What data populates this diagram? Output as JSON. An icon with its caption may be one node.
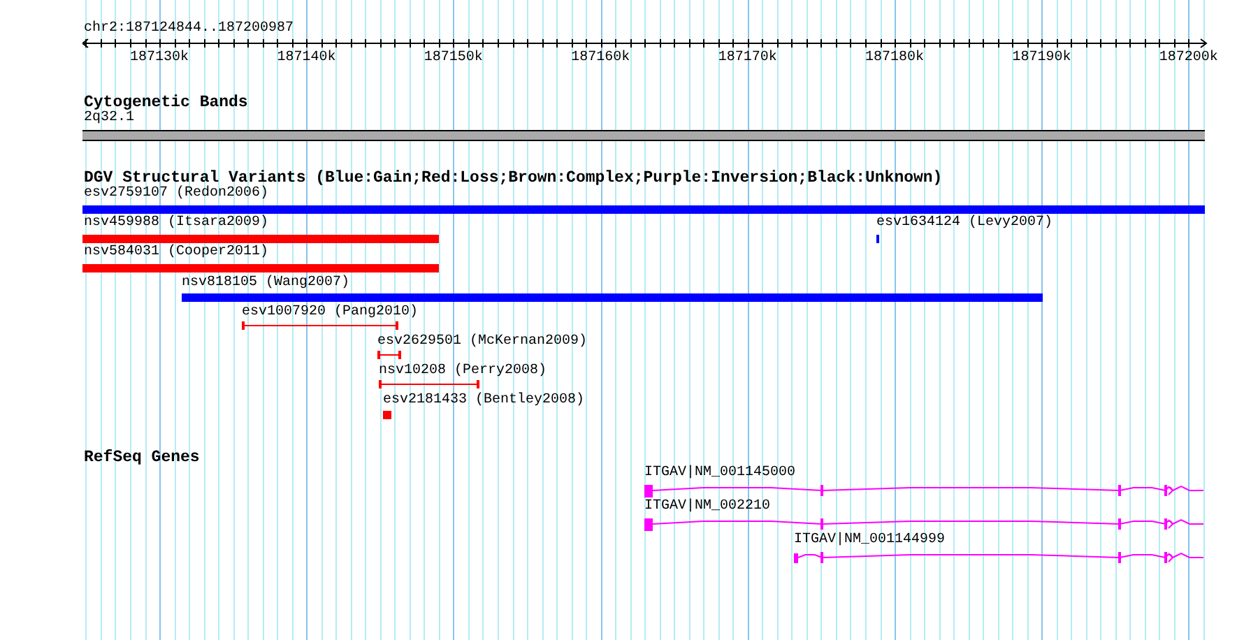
{
  "diagram": {
    "nodes": [
      {
        "text": [
          "2q32.1"
        ]
      },
      {
        "text": [
          "esv2759107 (Redon2006)"
        ]
      },
      {
        "text": [
          "nsv459988 (Itsara2009)"
        ]
      },
      {
        "text": [
          "esv1634124 (Levy2007)"
        ]
      },
      {
        "text": [
          "nsv584031 (Cooper2011)"
        ]
      },
      {
        "text": [
          "nsv818105 (Wang2007)"
        ]
      },
      {
        "text": [
          "esv1007920 (Pang2010)"
        ]
      },
      {
        "text": [
          "esv2629501 (McKernan2009)"
        ]
      },
      {
        "text": [
          "nsv10208 (Perry2008)"
        ]
      },
      {
        "text": [
          "esv2181433 (Bentley2008)"
        ]
      },
      {
        "text": [
          "ITGAV|NM_001145000"
        ]
      },
      {
        "text": [
          "ITGAV|NM_002210"
        ]
      },
      {
        "text": [
          "ITGAV|NM_001144999"
        ]
      }
    ],
    "labels": [
      "chr2:187124844..187200987",
      "187130k",
      "187140k",
      "187150k",
      "187160k",
      "187170k",
      "187180k",
      "187190k",
      "187200k",
      "Cytogenetic Bands",
      "DGV Structural Variants (Blue:Gain;Red:Loss;Brown:Complex;Purple:Inversion;Black:Unknown)",
      "RefSeq Genes"
    ]
  }
}
